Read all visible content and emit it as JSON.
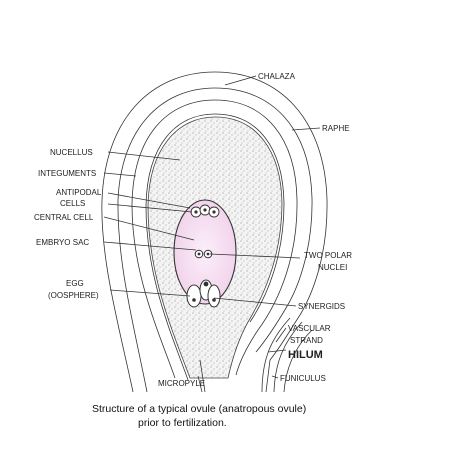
{
  "labels": {
    "chalaza": "CHALAZA",
    "raphe": "RAPHE",
    "nucellus": "NUCELLUS",
    "integuments": "INTEGUMENTS",
    "antipodal_1": "ANTIPODAL",
    "antipodal_2": "CELLS",
    "central_cell": "CENTRAL CELL",
    "embryo_sac": "EMBRYO SAC",
    "egg_1": "EGG",
    "egg_2": "(OOSPHERE)",
    "polar_1": "TWO POLAR",
    "polar_2": "NUCLEI",
    "synergids": "SYNERGIDS",
    "vascular_1": "VASCULAR",
    "vascular_2": "STRAND",
    "hilum": "HILUM",
    "micropyle": "MICROPYLE",
    "funiculus": "FUNICULUS"
  },
  "caption": {
    "line1": "Structure of a typical ovule (anatropous ovule)",
    "line2": "prior to fertilization."
  },
  "colors": {
    "embryo_sac_fill": "#f3d6ef",
    "nucellus_fill": "#e4e4e4",
    "outline": "#222222"
  }
}
